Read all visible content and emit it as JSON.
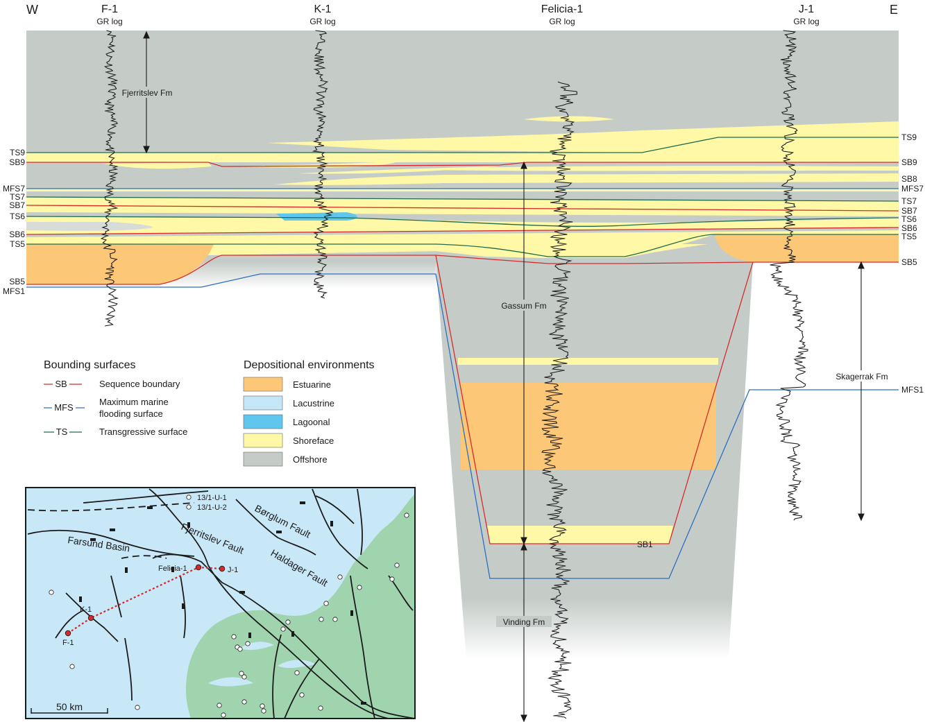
{
  "directions": {
    "west": "W",
    "east": "E"
  },
  "wells": [
    {
      "name": "F-1",
      "log": "GR log"
    },
    {
      "name": "K-1",
      "log": "GR log"
    },
    {
      "name": "Felicia-1",
      "log": "GR log"
    },
    {
      "name": "J-1",
      "log": "GR log"
    }
  ],
  "formations": {
    "fjerritslev": "Fjerritslev Fm",
    "gassum": "Gassum Fm",
    "vinding": "Vinding Fm",
    "skagerrak": "Skagerrak Fm"
  },
  "surfaces_left": [
    "TS9",
    "SB9",
    "MFS7",
    "TS7",
    "SB7",
    "TS6",
    "SB6",
    "TS5",
    "SB5",
    "MFS1"
  ],
  "surfaces_right": [
    "TS9",
    "SB9",
    "SB8",
    "MFS7",
    "TS7",
    "SB7",
    "TS6",
    "SB6",
    "TS5",
    "SB5",
    "MFS1"
  ],
  "sb1_label": "SB1",
  "legend_bounding": {
    "title": "Bounding surfaces",
    "items": [
      {
        "code": "SB",
        "label": "Sequence boundary",
        "color": "#d7292a"
      },
      {
        "code": "MFS",
        "label_line1": "Maximum marine",
        "label_line2": "flooding surface",
        "color": "#2a6fbf"
      },
      {
        "code": "TS",
        "label": "Transgressive surface",
        "color": "#1f6b4d"
      }
    ]
  },
  "legend_environments": {
    "title": "Depositional environments",
    "items": [
      {
        "label": "Estuarine",
        "color": "#fcc877"
      },
      {
        "label": "Lacustrine",
        "color": "#c4e7f7"
      },
      {
        "label": "Lagoonal",
        "color": "#5fc7ee"
      },
      {
        "label": "Shoreface",
        "color": "#fff8a6"
      },
      {
        "label": "Offshore",
        "color": "#c5ccc8"
      }
    ]
  },
  "map": {
    "labels": {
      "farsund": "Farsund Basin",
      "fjerritslev_fault": "Fjerritslev Fault",
      "borglum": "Børglum Fault",
      "haldager": "Haldager Fault",
      "well_u1": "13/1-U-1",
      "well_u2": "13/1-U-2",
      "felicia": "Felicia-1",
      "j1": "J-1",
      "k1": "K-1",
      "f1": "F-1"
    },
    "scale": "50 km",
    "colors": {
      "sea": "#c8e8f8",
      "land": "#9fd4ae",
      "well": "#d7292a"
    }
  },
  "colors": {
    "offshore": "#c5ccc8",
    "shoreface": "#fff8a6",
    "estuarine": "#fcc877",
    "lagoonal": "#5fc7ee",
    "sb": "#d7292a",
    "mfs": "#2a6fbf",
    "ts": "#1f6b4d"
  }
}
